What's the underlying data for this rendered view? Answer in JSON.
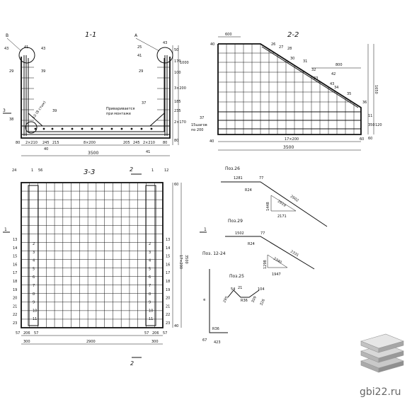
{
  "section_1_1": {
    "title": "1-1",
    "callout_b": "В",
    "callout_a": "А",
    "top_left_nums": [
      "43",
      "41",
      "43"
    ],
    "top_right_nums": [
      "25",
      "41",
      "43"
    ],
    "side_left": [
      "29",
      "39"
    ],
    "side_right": [
      "29"
    ],
    "annot_mid": [
      "40",
      "40",
      "39"
    ],
    "dim_right": [
      "50",
      "170",
      "100",
      "3×200",
      "185",
      "235",
      "2×170",
      "80"
    ],
    "dim_total_right": "1000",
    "pos_37": "37",
    "pos_38": "38",
    "pos_41": "41",
    "pos_40": "40",
    "label_3": "3",
    "weld_note_1": "Приваривается",
    "weld_note_2": "при монтаже",
    "diag_note": "10 (8 стык)",
    "dim_bottom": [
      "80",
      "2×210",
      "245",
      "215",
      "8×200",
      "205",
      "245",
      "2×210",
      "80"
    ],
    "total": "3500"
  },
  "section_2_2": {
    "title": "2-2",
    "top_dims": [
      "40",
      "600",
      "800"
    ],
    "callouts": [
      "26",
      "27",
      "28",
      "30",
      "31",
      "32",
      "33",
      "42",
      "43",
      "34",
      "35",
      "36"
    ],
    "right_dims": [
      "1650",
      "11",
      "350",
      "120",
      "60"
    ],
    "dim_bottom": [
      "40",
      "17×200",
      "60"
    ],
    "total": "3500",
    "left_note_1": "15шагов",
    "left_note_2": "по 200",
    "left_37": "37"
  },
  "section_3_3": {
    "title": "3-3",
    "arrow_label": "2",
    "top_left_nums": [
      "24",
      "1",
      "56"
    ],
    "top_right_nums": [
      "1",
      "12"
    ],
    "rows_left": [
      "13",
      "14",
      "15",
      "16",
      "17",
      "18",
      "19",
      "20",
      "21",
      "22",
      "23"
    ],
    "rows_right": [
      "13",
      "14",
      "15",
      "16",
      "17",
      "18",
      "19",
      "20",
      "21",
      "22",
      "23"
    ],
    "inner_left": [
      "2",
      "3",
      "4",
      "5",
      "6",
      "7",
      "8",
      "9",
      "10",
      "11"
    ],
    "inner_right": [
      "2",
      "3",
      "4",
      "5",
      "6",
      "7",
      "8",
      "9",
      "10",
      "11"
    ],
    "dim_right": [
      "60",
      "17×200",
      "40"
    ],
    "total_right": "3500",
    "bottom_small": [
      "57",
      "206",
      "57",
      "57",
      "206",
      "57"
    ],
    "dim_bottom": [
      "300",
      "2900",
      "300"
    ],
    "label_1": "1",
    "bottom_label": "2"
  },
  "pos26": {
    "title": "Поз.26",
    "top": "1281",
    "corner": "77",
    "radius": "R24",
    "slope": "2602",
    "dx": "2619",
    "dy": "1448",
    "base": "2171"
  },
  "pos29": {
    "title": "Поз.29",
    "top": "1502",
    "corner": "77",
    "radius": "R24",
    "slope": "2331",
    "dx": "2340",
    "dy": "1298",
    "base": "1947"
  },
  "pos12_24": {
    "title": "Поз. 12-24",
    "height": "a",
    "radius": "R36",
    "angle": "67",
    "base": "423"
  },
  "pos25": {
    "title": "Поз.25",
    "a": "54",
    "b": "21",
    "radius": "R36",
    "c": "295",
    "d": "104",
    "e": "309",
    "f": "326"
  },
  "watermark": {
    "text": "gbi22.ru",
    "logo": "stacked-slabs-logo"
  }
}
